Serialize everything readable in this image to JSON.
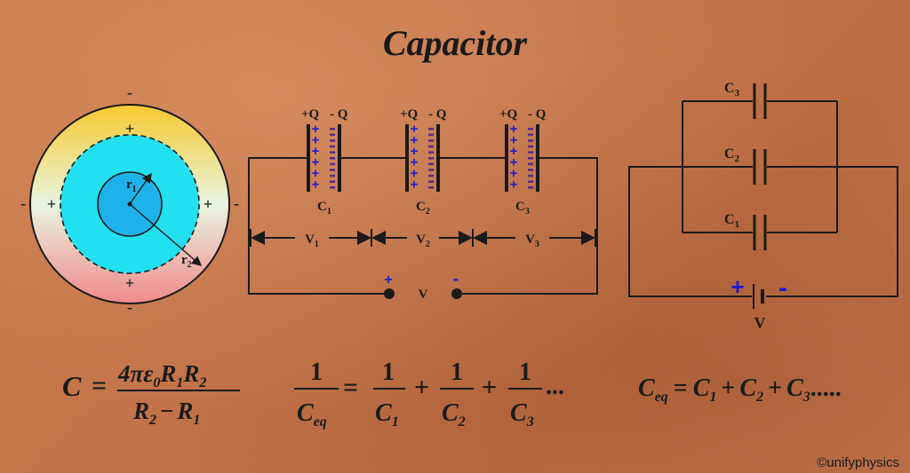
{
  "title": "Capacitor",
  "sphere": {
    "r1": "r",
    "r1_sub": "1",
    "r2": "r",
    "r2_sub": "2",
    "plus": "+",
    "minus": "-"
  },
  "series": {
    "plus_q": "+Q",
    "minus_q": "- Q",
    "caps": [
      {
        "name": "C",
        "sub": "1"
      },
      {
        "name": "C",
        "sub": "2"
      },
      {
        "name": "C",
        "sub": "3"
      }
    ],
    "voltages": [
      {
        "name": "V",
        "sub": "1"
      },
      {
        "name": "V",
        "sub": "2"
      },
      {
        "name": "V",
        "sub": "3"
      }
    ],
    "battery_label": "V",
    "plus": "+",
    "minus": "-"
  },
  "parallel": {
    "caps": [
      {
        "name": "C",
        "sub": "3"
      },
      {
        "name": "C",
        "sub": "2"
      },
      {
        "name": "C",
        "sub": "1"
      }
    ],
    "battery_label": "V",
    "plus": "+",
    "minus": "-"
  },
  "formulas": {
    "spherical": {
      "lhs": "C",
      "eq": "=",
      "numerator": "4πε",
      "numerator_sub": "0",
      "num_R1": "R",
      "num_R1_sub": "1",
      "num_R2": "R",
      "num_R2_sub": "2",
      "den_R2": "R",
      "den_R2_sub": "2",
      "den_minus": "−",
      "den_R1": "R",
      "den_R1_sub": "1"
    },
    "series": {
      "one": "1",
      "ceq": "C",
      "ceq_sub": "eq",
      "c": "C",
      "subs": [
        "1",
        "2",
        "3"
      ],
      "eq": "=",
      "plus": "+",
      "dots": "..."
    },
    "parallel": {
      "ceq": "C",
      "ceq_sub": "eq",
      "eq": "=",
      "c": "C",
      "subs": [
        "1",
        "2",
        "3"
      ],
      "plus": "+",
      "dots": "....."
    }
  },
  "credit": "©unifyphysics"
}
